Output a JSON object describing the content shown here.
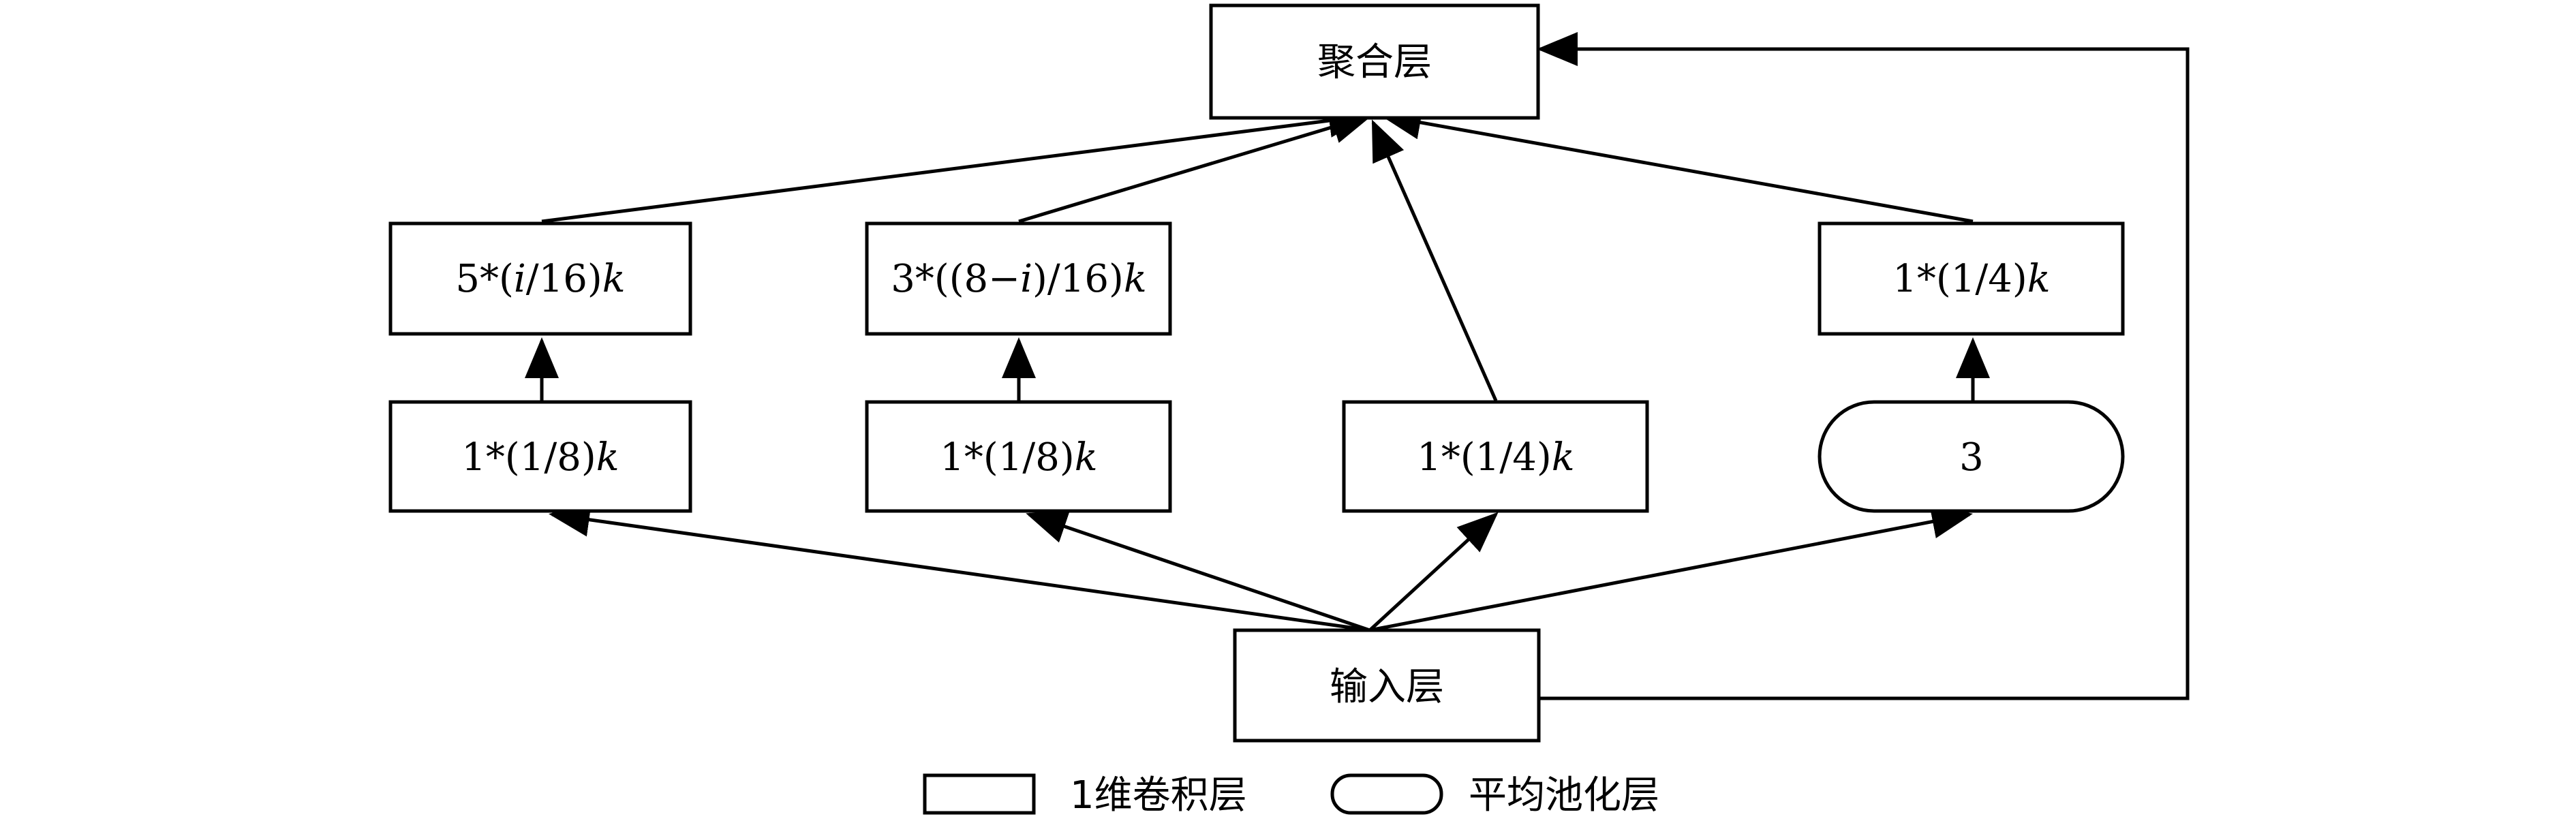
{
  "nodes": {
    "aggregation": {
      "label": "聚合层"
    },
    "input": {
      "label": "输入层"
    },
    "conv_top_1": {
      "label_pre": "5*(",
      "label_var1": "i",
      "label_mid": "/16)",
      "label_var2": "k"
    },
    "conv_top_2": {
      "label_pre": "3*((8−",
      "label_var1": "i",
      "label_mid": ")/16)",
      "label_var2": "k"
    },
    "conv_top_4": {
      "label_pre": "1*(1/4)",
      "label_var2": "k"
    },
    "conv_mid_1": {
      "label_pre": "1*(1/8)",
      "label_var2": "k"
    },
    "conv_mid_2": {
      "label_pre": "1*(1/8)",
      "label_var2": "k"
    },
    "conv_mid_3": {
      "label_pre": "1*(1/4)",
      "label_var2": "k"
    },
    "pool_mid_4": {
      "label": "3"
    }
  },
  "legend": {
    "conv_label": "1维卷积层",
    "pool_label": "平均池化层"
  }
}
